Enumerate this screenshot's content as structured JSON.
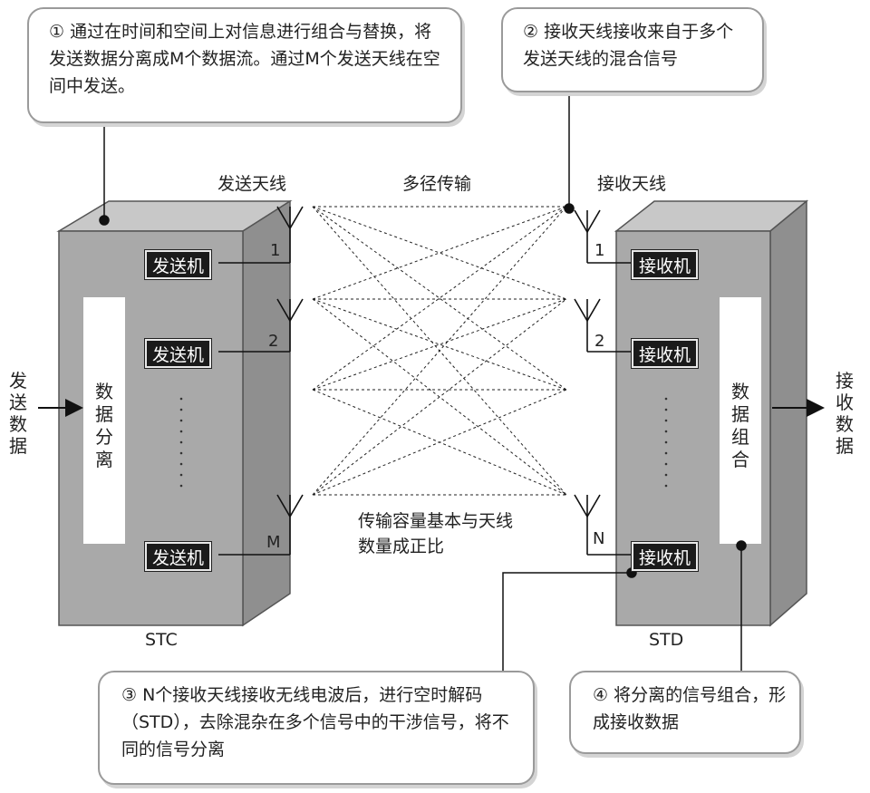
{
  "callouts": {
    "c1": "① 通过在时间和空间上对信息进行组合与替换，将发送数据分离成M个数据流。通过M个发送天线在空间中发送。",
    "c2": "② 接收天线接收来自于多个发送天线的混合信号",
    "c3": "③ N个接收天线接收无线电波后，进行空时解码（STD），去除混杂在多个信号中的干涉信号，将不同的信号分离",
    "c4": "④ 将分离的信号组合，形成接收数据"
  },
  "labels": {
    "tx_antenna": "发送天线",
    "multipath": "多径传输",
    "rx_antenna": "接收天线",
    "capacity_line1": "传输容量基本与天线",
    "capacity_line2": "数量成正比",
    "stc": "STC",
    "std": "STD",
    "input_data": "发送数据",
    "output_data": "接收数据",
    "data_split": "数据分离",
    "data_combine": "数据组合"
  },
  "transmitters": [
    {
      "label": "发送机",
      "antenna": "1"
    },
    {
      "label": "发送机",
      "antenna": "2"
    },
    {
      "label": "发送机",
      "antenna": "M"
    }
  ],
  "receivers": [
    {
      "label": "接收机",
      "antenna": "1"
    },
    {
      "label": "接收机",
      "antenna": "2"
    },
    {
      "label": "接收机",
      "antenna": "N"
    }
  ]
}
